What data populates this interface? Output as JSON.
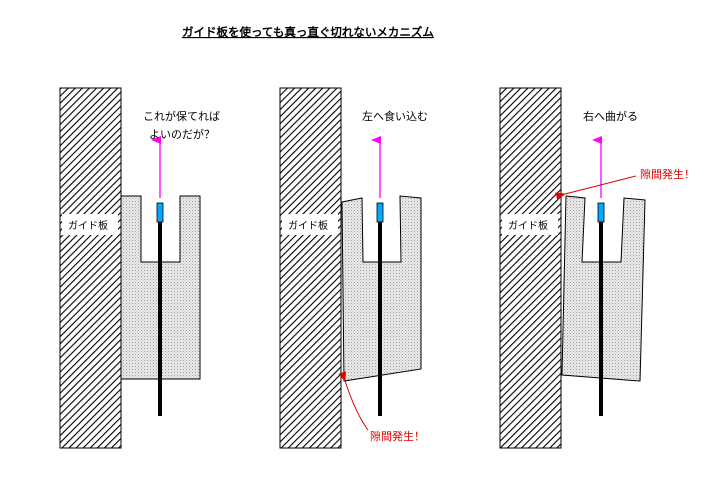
{
  "title": "ガイド板を使っても真っ直ぐ切れないメカニズム",
  "guide_label": "ガイド板",
  "panels": [
    {
      "caption_line1": "これが保てれば",
      "caption_line2": "よいのだが？"
    },
    {
      "caption_line1": "左へ食い込む",
      "note": "隙間発生！"
    },
    {
      "caption_line1": "右へ曲がる",
      "note": "隙間発生！"
    }
  ],
  "colors": {
    "arrow": "#ff00ff",
    "blade_tip": "#00a8ff",
    "note": "#e00000",
    "block_fill": "#e4e4e4"
  }
}
